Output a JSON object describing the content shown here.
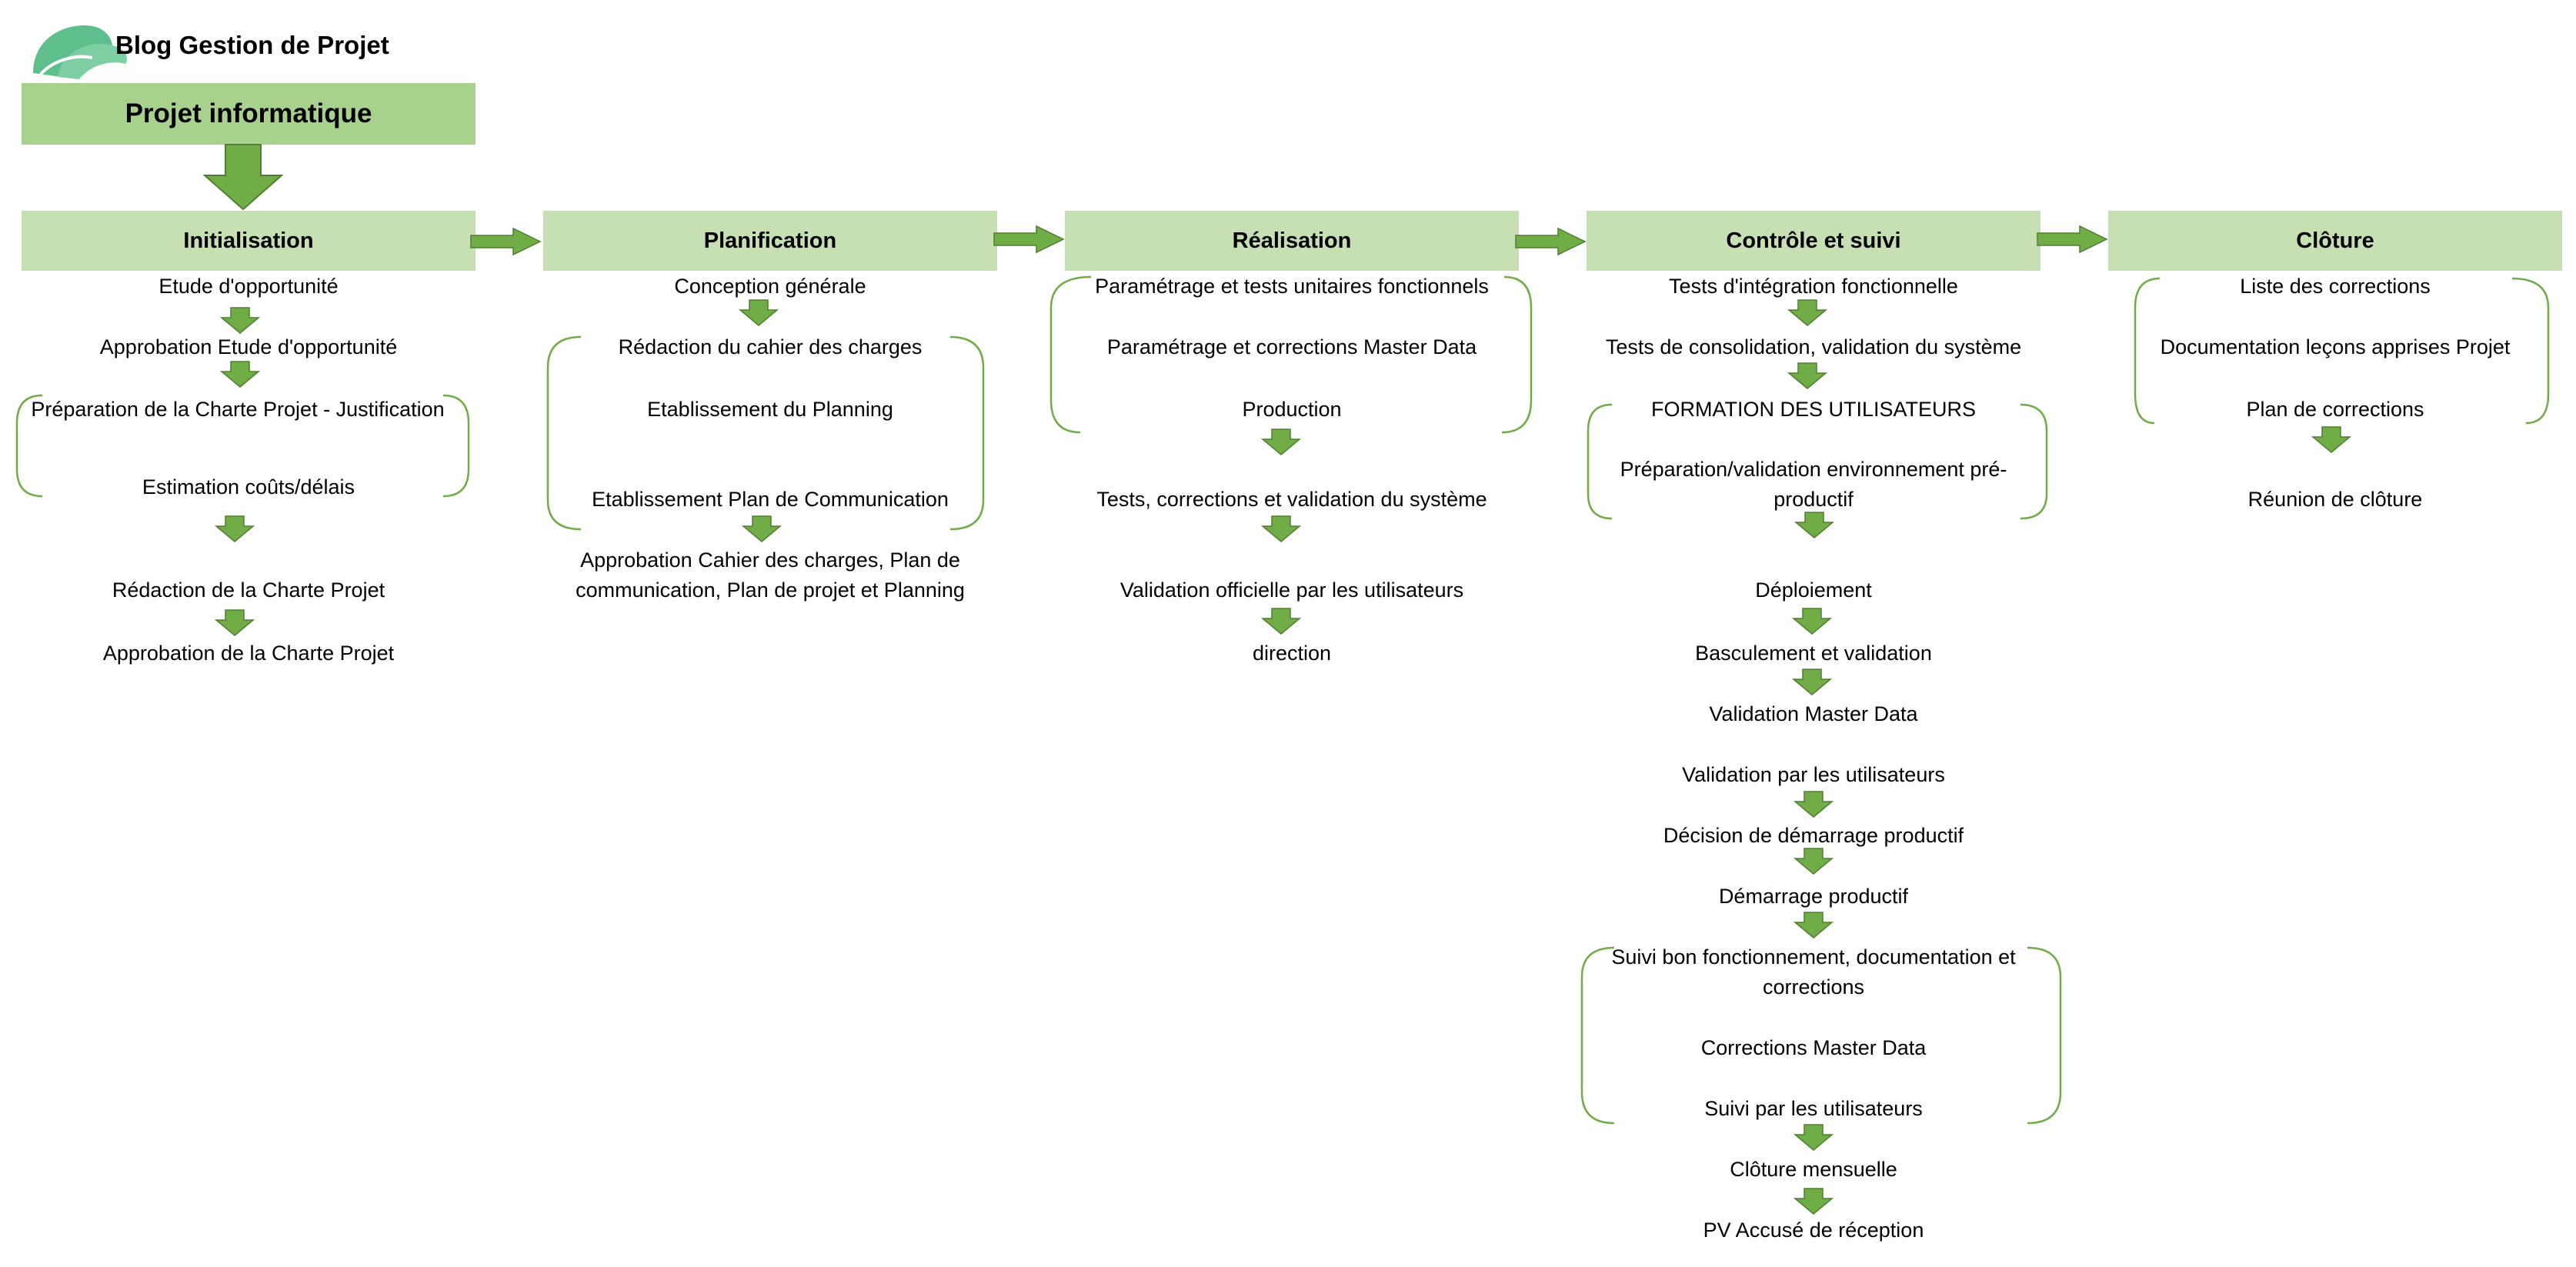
{
  "brand": {
    "name": "Blog Gestion de Projet",
    "logo_icon": "leaf-logo-icon"
  },
  "top_box": "Projet informatique",
  "colors": {
    "header_fill": "#c6e0b4",
    "top_fill": "#a9d18e",
    "arrow_fill": "#70ad47",
    "arrow_stroke": "#507e32",
    "brace": "#70ad47"
  },
  "phases": [
    {
      "title": "Initialisation",
      "items": [
        "Etude d'opportunité",
        "Approbation Etude d'opportunité",
        "Préparation de la Charte Projet - Justification",
        "Estimation coûts/délais",
        "Rédaction de la Charte Projet",
        "Approbation de la Charte Projet"
      ]
    },
    {
      "title": "Planification",
      "items": [
        "Conception générale",
        "Rédaction du cahier des charges",
        "Etablissement du Planning",
        "Etablissement Plan de Communication",
        "Approbation Cahier des charges, Plan de communication, Plan de projet et Planning"
      ]
    },
    {
      "title": "Réalisation",
      "items": [
        "Paramétrage et tests unitaires fonctionnels",
        "Paramétrage et corrections Master Data",
        "Production",
        "Tests, corrections et validation du système",
        "Validation officielle par les utilisateurs",
        "direction"
      ]
    },
    {
      "title": "Contrôle et suivi",
      "items": [
        "Tests d'intégration fonctionnelle",
        "Tests de consolidation, validation du système",
        "FORMATION DES UTILISATEURS",
        "Préparation/validation environnement pré-productif",
        "Déploiement",
        "Basculement et validation",
        "Validation Master Data",
        "Validation par les utilisateurs",
        "Décision de démarrage productif",
        "Démarrage productif",
        "Suivi bon fonctionnement, documentation et corrections",
        "Corrections Master Data",
        "Suivi par les utilisateurs",
        "Clôture mensuelle",
        "PV Accusé de réception"
      ]
    },
    {
      "title": "Clôture",
      "items": [
        "Liste des corrections",
        "Documentation leçons apprises Projet",
        "Plan de corrections",
        "Réunion de clôture"
      ]
    }
  ]
}
